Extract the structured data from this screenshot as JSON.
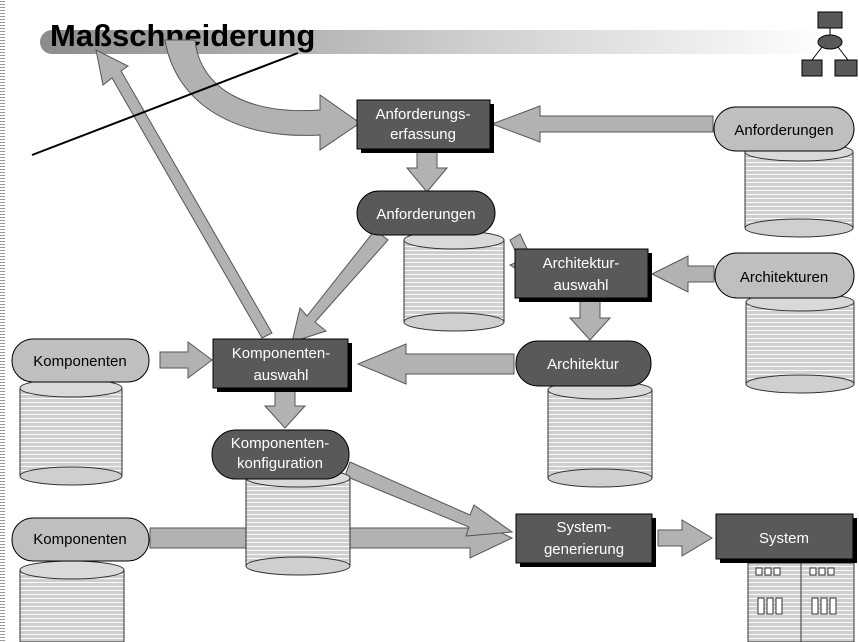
{
  "title": "Maßschneiderung",
  "processes": {
    "anforderungserfassung": [
      "Anforderungs-",
      "erfassung"
    ],
    "architekturauswahl": [
      "Architektur-",
      "auswahl"
    ],
    "komponentenauswahl": [
      "Komponenten-",
      "auswahl"
    ],
    "systemgenerierung": [
      "System-",
      "generierung"
    ],
    "system": "System"
  },
  "stores": {
    "anforderungen_input": "Anforderungen",
    "anforderungen": "Anforderungen",
    "architekturen": "Architekturen",
    "architektur": "Architektur",
    "komponenten_top": "Komponenten",
    "komponentenkonfiguration": [
      "Komponenten-",
      "konfiguration"
    ],
    "komponenten_bottom": "Komponenten"
  },
  "colors": {
    "process": "#595959",
    "store_dark": "#595959",
    "store_light": "#bfbfbf",
    "arrow": "#b2b2b2",
    "cylinder": "#c8c8c8"
  },
  "icons": [
    "flowchart-icon"
  ]
}
